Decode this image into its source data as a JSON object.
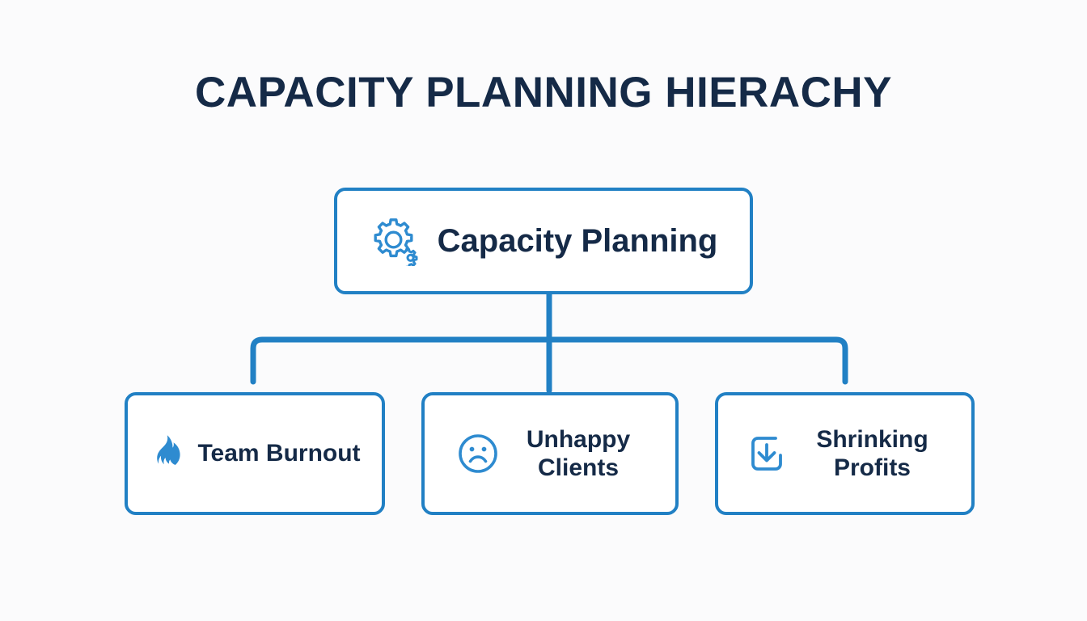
{
  "title": "CAPACITY PLANNING HIERACHY",
  "colors": {
    "background": "#fbfbfc",
    "accent_blue": "#2180c4",
    "icon_blue": "#2e8bd0",
    "text_navy": "#152a47",
    "node_fill": "#ffffff"
  },
  "diagram": {
    "type": "hierarchy",
    "root": {
      "id": "capacity-planning",
      "label": "Capacity Planning",
      "icon": "gear-icon"
    },
    "children": [
      {
        "id": "team-burnout",
        "label": "Team Burnout",
        "icon": "flame-icon"
      },
      {
        "id": "unhappy-clients",
        "label": "Unhappy Clients",
        "icon": "sad-face-icon"
      },
      {
        "id": "shrinking-profits",
        "label": "Shrinking Profits",
        "icon": "arrow-down-box-icon"
      }
    ]
  }
}
